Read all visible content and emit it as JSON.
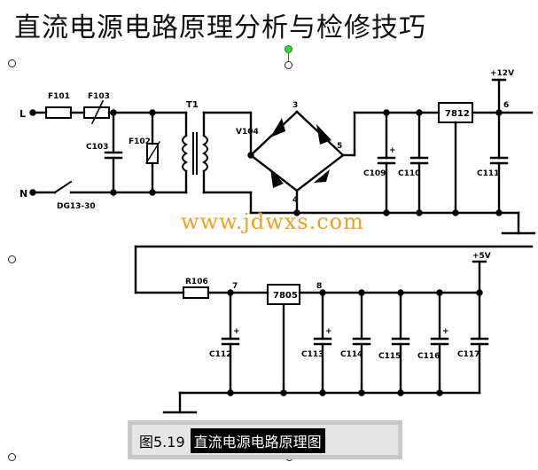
{
  "page": {
    "title": "直流电源电路原理分析与检修技巧",
    "watermark": "www.jdwxs.com",
    "caption": {
      "figure_number": "图5.19",
      "text": "直流电源电路原理图"
    }
  },
  "diagram": {
    "terminals": {
      "line": "L",
      "neutral": "N"
    },
    "fuses": [
      "F101",
      "F103"
    ],
    "switch": "DG13-30",
    "transformer": "T1",
    "bridge": "V104",
    "regulators": [
      "7812",
      "7805"
    ],
    "resistor": "R106",
    "varistor": "F102",
    "capacitors": [
      "C103",
      "C109",
      "C110",
      "C111",
      "C112",
      "C113",
      "C114",
      "C115",
      "C116",
      "C117"
    ],
    "nodes": [
      "3",
      "4",
      "5",
      "6",
      "7",
      "8"
    ],
    "rails": [
      "+12V",
      "+5V"
    ],
    "polarity_mark": "+"
  },
  "colors": {
    "line": "#000000",
    "watermark": "#f0a020",
    "caption_bg": "#000000"
  }
}
